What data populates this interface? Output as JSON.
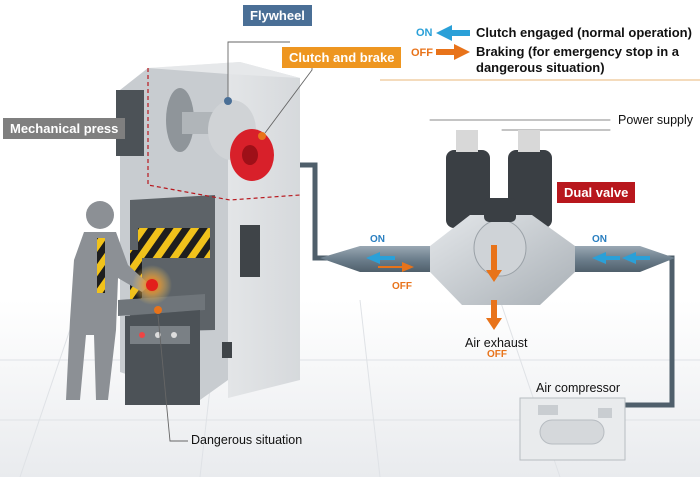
{
  "labels": {
    "flywheel": "Flywheel",
    "clutch_and_brake": "Clutch and brake",
    "mechanical_press": "Mechanical press",
    "dual_valve": "Dual valve",
    "power_supply": "Power supply",
    "air_exhaust": "Air exhaust",
    "air_compressor": "Air compressor",
    "dangerous_situation": "Dangerous situation"
  },
  "legend": {
    "on_tag": "ON",
    "on_text": "Clutch engaged (normal operation)",
    "off_tag": "OFF",
    "off_text_line1": "Braking (for emergency stop in a",
    "off_text_line2": "dangerous situation)"
  },
  "flow_tags": {
    "left_on": "ON",
    "left_off": "OFF",
    "right_on": "ON",
    "exhaust_off": "OFF"
  },
  "colors": {
    "on_arrow": "#2aa0d8",
    "off_arrow": "#e8731a",
    "flywheel_tag": "#4a6f96",
    "clutch_tag": "#ee9620",
    "press_tag": "#7f7f7f",
    "valve_tag": "#b8171d",
    "clutch_disc": "#d8202a",
    "pipe": "#6d7f8d"
  }
}
